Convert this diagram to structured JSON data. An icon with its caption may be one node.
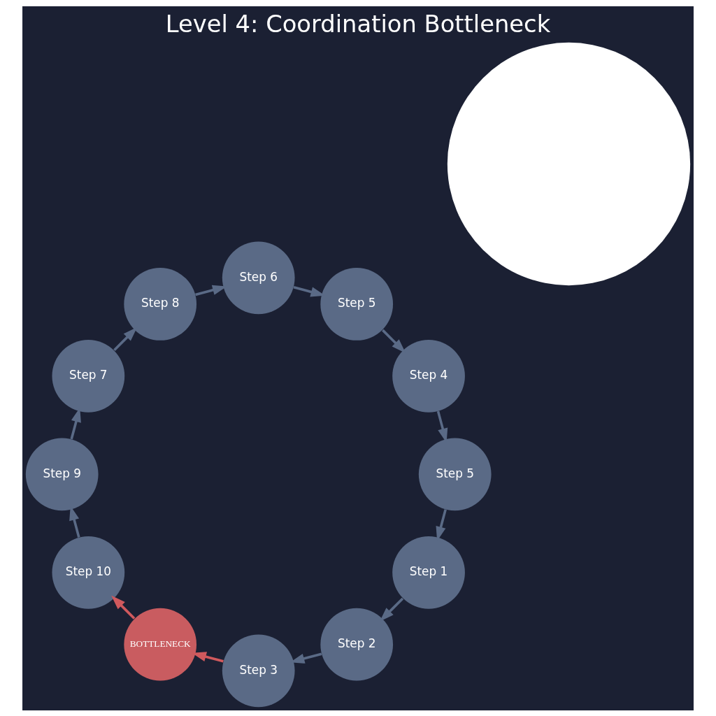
{
  "diagram": {
    "title": "Level 4: Coordination Bottleneck",
    "nodes": [
      {
        "text": [
          "Step 1"
        ]
      },
      {
        "text": [
          "Step 2"
        ]
      },
      {
        "text": [
          "Step 3"
        ]
      },
      {
        "text": [
          "BOTTLENECK"
        ]
      },
      {
        "text": [
          "Step 10"
        ]
      },
      {
        "text": [
          "Step 9"
        ]
      },
      {
        "text": [
          "Step 7"
        ]
      },
      {
        "text": [
          "Step 8"
        ]
      },
      {
        "text": [
          "Step 6"
        ]
      },
      {
        "text": [
          "Step 5"
        ]
      },
      {
        "text": [
          "Step 4"
        ]
      },
      {
        "text": [
          "Step 5"
        ]
      },
      {
        "text": [],
        "shape": "circle"
      }
    ],
    "edges": [
      {
        "from": 0,
        "to": 1,
        "arrow": "to"
      },
      {
        "from": 1,
        "to": 2,
        "arrow": "to"
      },
      {
        "from": 2,
        "to": 3,
        "arrow": "to",
        "color": "#d0595d"
      },
      {
        "from": 3,
        "to": 4,
        "arrow": "to",
        "color": "#d0595d"
      },
      {
        "from": 4,
        "to": 5,
        "arrow": "to"
      },
      {
        "from": 5,
        "to": 6,
        "arrow": "to"
      },
      {
        "from": 6,
        "to": 7,
        "arrow": "to"
      },
      {
        "from": 7,
        "to": 8,
        "arrow": "to"
      },
      {
        "from": 8,
        "to": 9,
        "arrow": "to"
      },
      {
        "from": 9,
        "to": 10,
        "arrow": "to"
      },
      {
        "from": 10,
        "to": 11,
        "arrow": "to"
      },
      {
        "from": 11,
        "to": 0,
        "arrow": "to"
      }
    ]
  }
}
